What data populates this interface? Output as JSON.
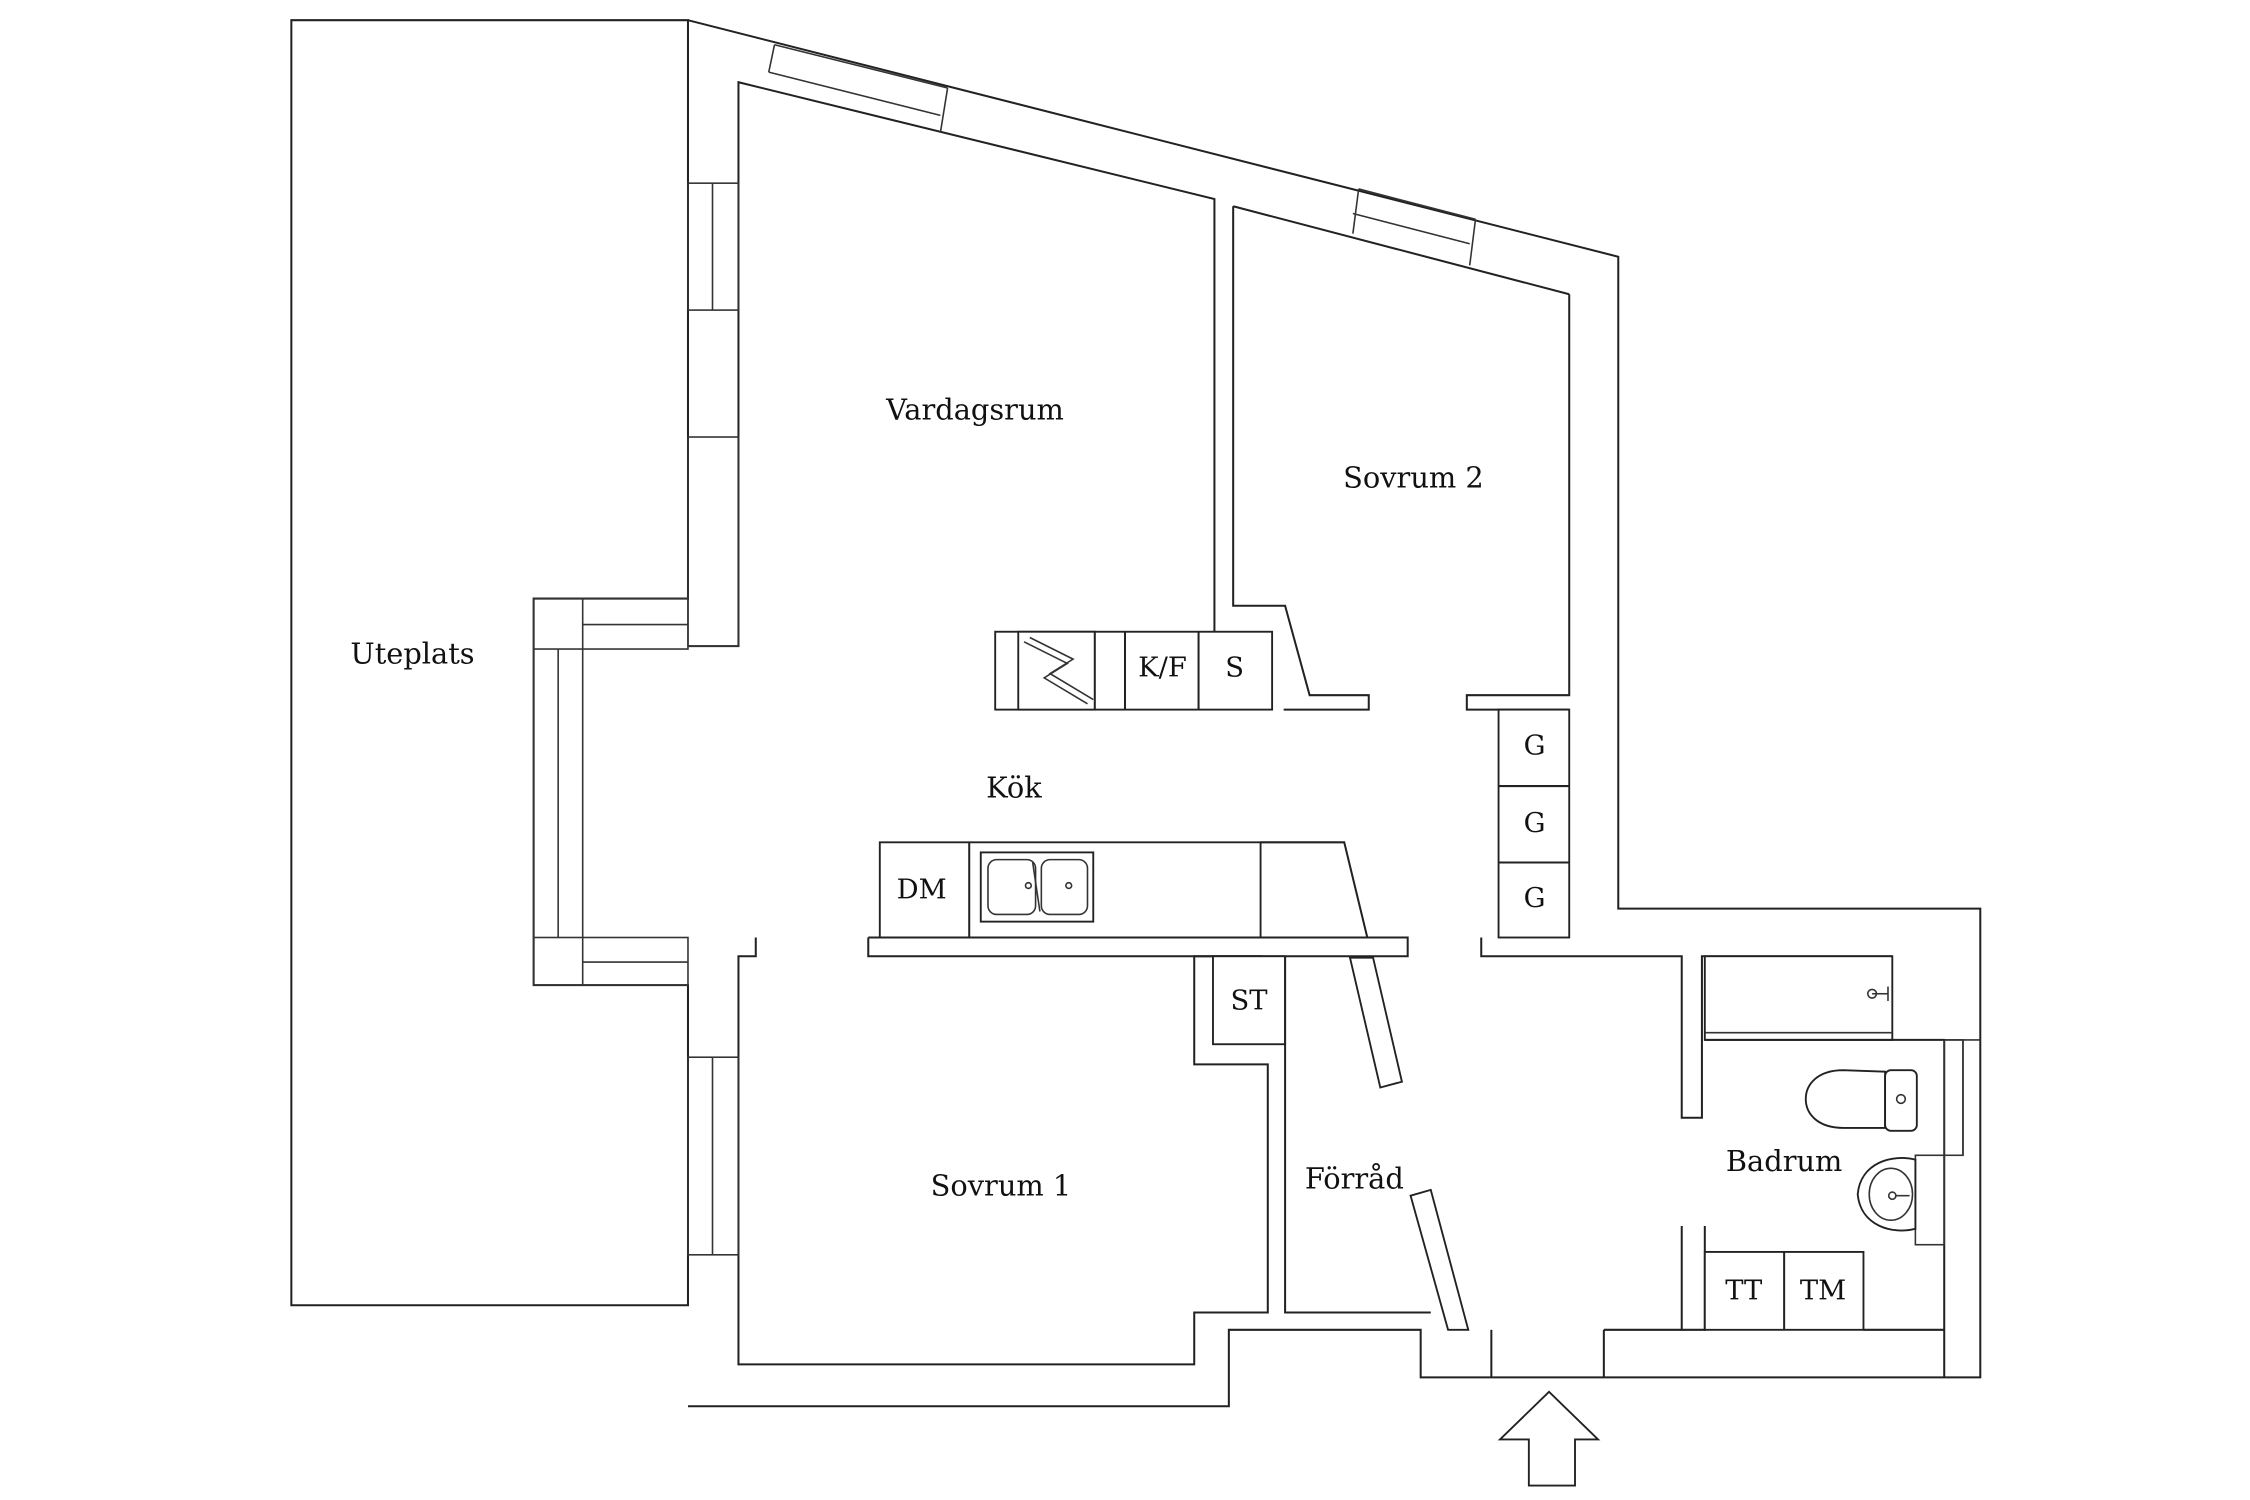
{
  "rooms": {
    "uteplats": "Uteplats",
    "vardagsrum": "Vardagsrum",
    "sovrum2": "Sovrum 2",
    "kok": "Kök",
    "sovrum1": "Sovrum 1",
    "forrad": "Förråd",
    "badrum": "Badrum"
  },
  "fixtures": {
    "kf": "K/F",
    "s": "S",
    "dm": "DM",
    "st": "ST",
    "g1": "G",
    "g2": "G",
    "g3": "G",
    "tt": "TT",
    "tm": "TM"
  }
}
